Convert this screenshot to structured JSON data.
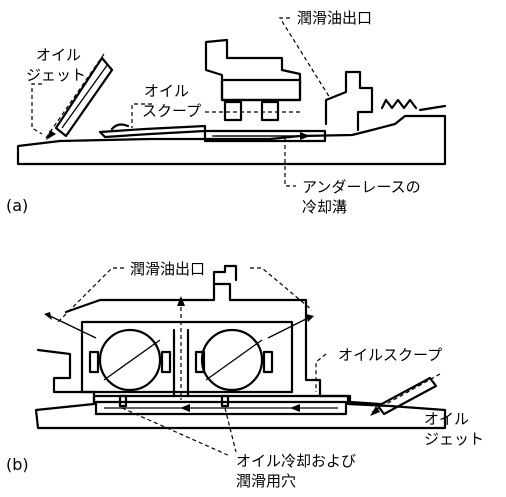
{
  "figure_a": {
    "sublabel": "(a)",
    "labels": {
      "oil_jet_line1": "オイル",
      "oil_jet_line2": "ジェット",
      "oil_scoop_line1": "オイル",
      "oil_scoop_line2": "スクープ",
      "lube_outlet": "潤滑油出口",
      "underrace_line1": "アンダーレースの",
      "underrace_line2": "冷却溝"
    }
  },
  "figure_b": {
    "sublabel": "(b)",
    "labels": {
      "lube_outlet": "潤滑油出口",
      "oil_scoop": "オイルスクープ",
      "oil_jet_line1": "オイル",
      "oil_jet_line2": "ジェット",
      "holes_line1": "オイル冷却および",
      "holes_line2": "潤滑用穴"
    }
  }
}
